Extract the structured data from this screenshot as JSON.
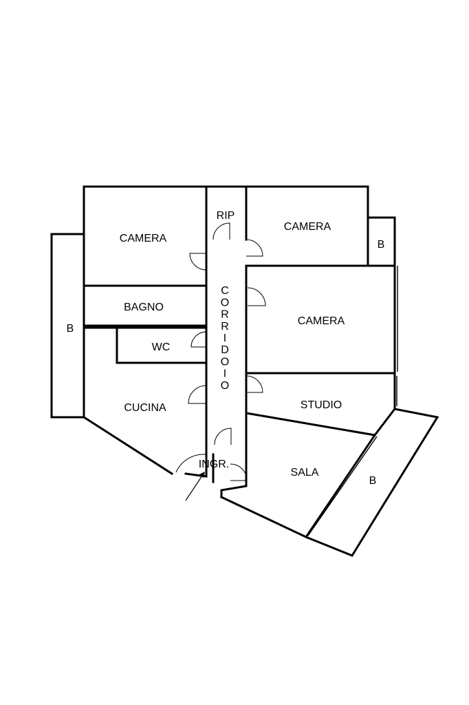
{
  "rooms": {
    "camera_nw": "CAMERA",
    "rip": "RIP",
    "camera_ne": "CAMERA",
    "balcony_ne": "B",
    "camera_e": "CAMERA",
    "bagno": "BAGNO",
    "balcony_w": "B",
    "wc": "WC",
    "cucina": "CUCINA",
    "studio": "STUDIO",
    "ingresso": "INGR.",
    "sala": "SALA",
    "balcony_se": "B"
  },
  "corridor_letters": [
    "C",
    "O",
    "R",
    "R",
    "I",
    "D",
    "O",
    "I",
    "O"
  ]
}
